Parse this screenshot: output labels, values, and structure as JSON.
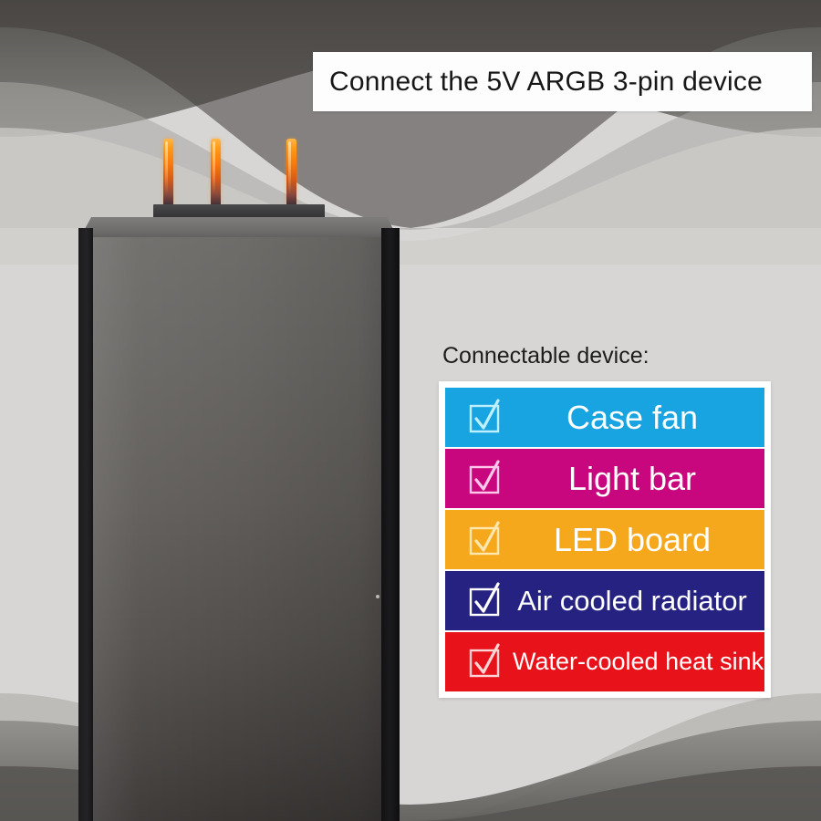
{
  "title": {
    "text": "Connect the 5V ARGB 3-pin device",
    "background": "#fdfdfd",
    "text_color": "#171717"
  },
  "connector": {
    "pin_count": 3,
    "pin_color": "#f97a0c",
    "base_color": "#3a3a3c",
    "pins": [
      {
        "name": "pin-1"
      },
      {
        "name": "pin-2"
      },
      {
        "name": "pin-3"
      }
    ]
  },
  "device": {
    "body_color": "#605d5a",
    "edge_color": "#1b1b1e"
  },
  "device_list": {
    "heading": "Connectable device:",
    "heading_color": "#1d1d1d",
    "frame_color": "#ffffff",
    "checkbox_glyph": "check-mark",
    "rows": [
      {
        "label": "Case fan",
        "color": "#18a4e0",
        "check_color": "#bff0ff",
        "size": "lg"
      },
      {
        "label": "Light bar",
        "color": "#c8067e",
        "check_color": "#ffc8e8",
        "size": "lg"
      },
      {
        "label": "LED board",
        "color": "#f5a81c",
        "check_color": "#ffe7b0",
        "size": "lg"
      },
      {
        "label": "Air cooled radiator",
        "color": "#262282",
        "check_color": "#ffffff",
        "size": "md"
      },
      {
        "label": "Water-cooled heat sink",
        "color": "#e8121b",
        "check_color": "#ffd4d4",
        "size": "sm"
      }
    ]
  },
  "background": {
    "base_color": "#d8d6d4",
    "wave_dark": "#5d5b58",
    "wave_mid": "#8e8c89",
    "wave_light": "#c3c1be"
  }
}
